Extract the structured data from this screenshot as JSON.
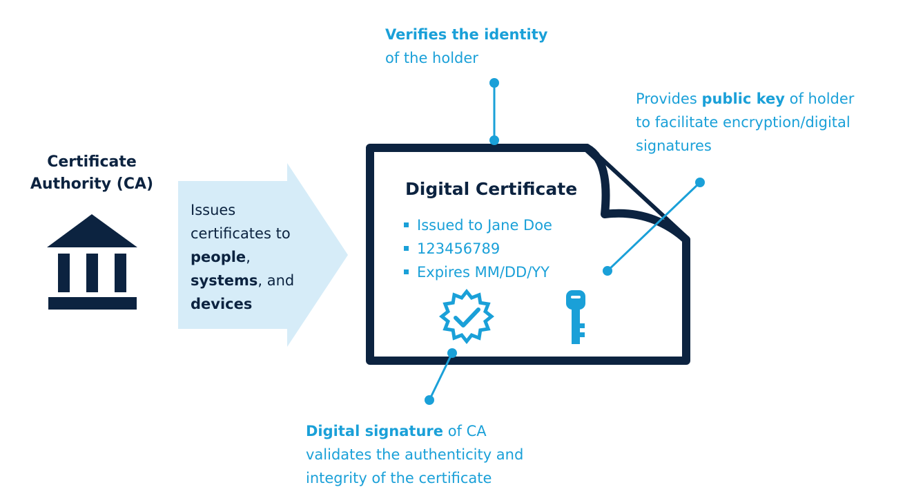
{
  "ca": {
    "label_line1": "Certificate",
    "label_line2": "Authority (CA)",
    "icon": "bank-building-icon"
  },
  "arrow": {
    "line1": "Issues",
    "line2": "certificates to",
    "bold1": "people",
    "sep1": ",",
    "bold2": "systems",
    "sep2": ", and",
    "bold3": "devices"
  },
  "certificate": {
    "title": "Digital Certificate",
    "items": [
      "Issued to Jane Doe",
      "123456789",
      "Expires MM/DD/YY"
    ],
    "seal_icon": "verified-seal-icon",
    "key_icon": "key-icon"
  },
  "callouts": {
    "identity": {
      "bold": "Verifies the identity",
      "rest": "of the holder"
    },
    "public_key": {
      "pre": "Provides ",
      "bold": "public key",
      "post": " of holder",
      "line2": "to facilitate encryption/digital",
      "line3": "signatures"
    },
    "signature": {
      "bold": "Digital signature",
      "post": " of CA",
      "line2": "validates the authenticity and",
      "line3": "integrity of the certificate"
    }
  },
  "colors": {
    "navy": "#0c2340",
    "blue": "#1aa0d8",
    "arrow_fill": "#d6ecf8"
  }
}
